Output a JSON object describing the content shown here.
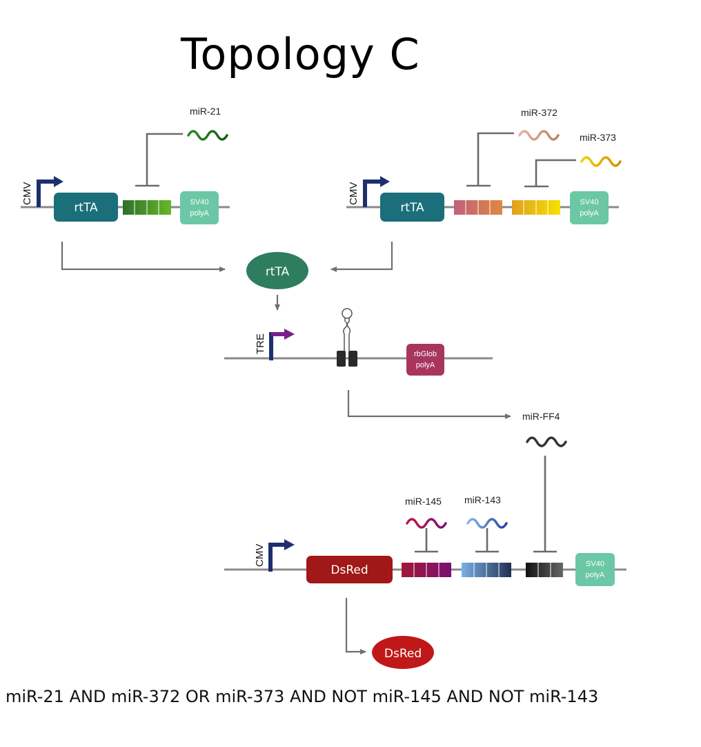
{
  "title": "Topology C",
  "colors": {
    "backbone": "#8a8a8a",
    "promoter_arrow": "#1e2f6e",
    "tre_arrow": "#7a1e8a",
    "rtta_box": "#1b6f7a",
    "rtta_protein": "#2e7d5e",
    "polya_sv40": "#6cc7a6",
    "polya_rbglob": "#a8355e",
    "dsred_box": "#a01818",
    "dsred_protein": "#c01818",
    "mir21": "#2a7a2a",
    "mir372": "#d09a7a",
    "mir373": "#e0b800",
    "mirff4": "#333333",
    "mir145": "#b01850",
    "mir143": "#4060c0"
  },
  "sensor1": {
    "promoter": "CMV",
    "gene": "rtTA",
    "polya": [
      "SV40",
      "polyA"
    ],
    "mirna": "miR-21"
  },
  "sensor2": {
    "promoter": "CMV",
    "gene": "rtTA",
    "polya": [
      "SV40",
      "polyA"
    ],
    "mirna_a": "miR-372",
    "mirna_b": "miR-373"
  },
  "protein_rtta": "rtTA",
  "tre_module": {
    "promoter": "TRE",
    "polya": [
      "rbGlob",
      "polyA"
    ],
    "mirna_out": "miR-FF4"
  },
  "output": {
    "promoter": "CMV",
    "gene": "DsRed",
    "polya": [
      "SV40",
      "polyA"
    ],
    "mirna_a": "miR-145",
    "mirna_b": "miR-143"
  },
  "protein_dsred": "DsRed",
  "logic": "miR-21 AND miR-372 OR miR-373 AND NOT miR-145 AND NOT miR-143"
}
